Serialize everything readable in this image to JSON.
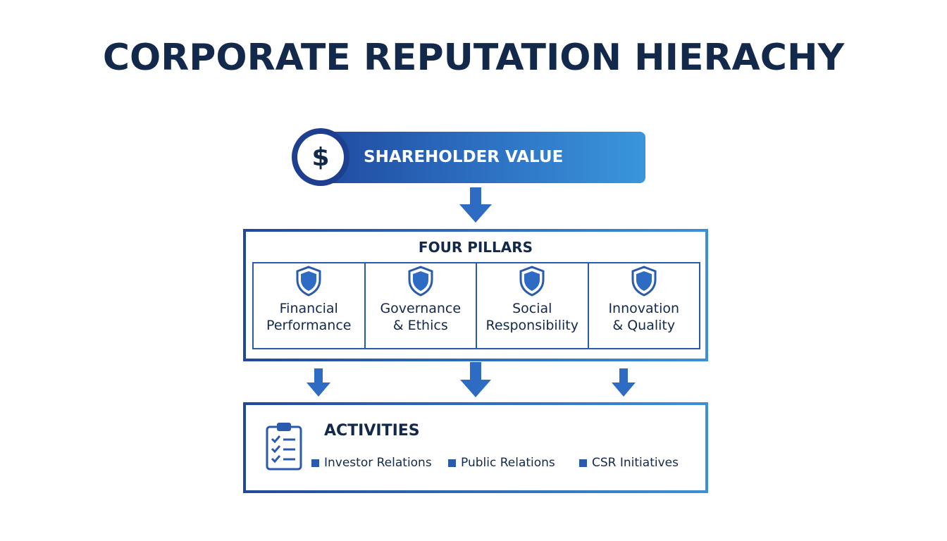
{
  "title": "CORPORATE REPUTATION HIERACHY",
  "top": {
    "label": "SHAREHOLDER VALUE",
    "icon": "dollar-icon",
    "symbol": "$"
  },
  "pillars": {
    "title": "FOUR PILLARS",
    "icon": "shield-icon",
    "items": [
      {
        "label": "Financial\nPerformance"
      },
      {
        "label": "Governance\n& Ethics"
      },
      {
        "label": "Social\nResponsibility"
      },
      {
        "label": "Innovation\n& Quality"
      }
    ]
  },
  "activities": {
    "title": "ACTIVITIES",
    "icon": "clipboard-checklist-icon",
    "items": [
      {
        "label": "Investor Relations"
      },
      {
        "label": "Public Relations"
      },
      {
        "label": "CSR Initiatives"
      }
    ]
  },
  "colors": {
    "title": "#13294b",
    "primary": "#2a5aac",
    "gradient_start": "#1f4aa0",
    "gradient_end": "#3a96dc"
  }
}
